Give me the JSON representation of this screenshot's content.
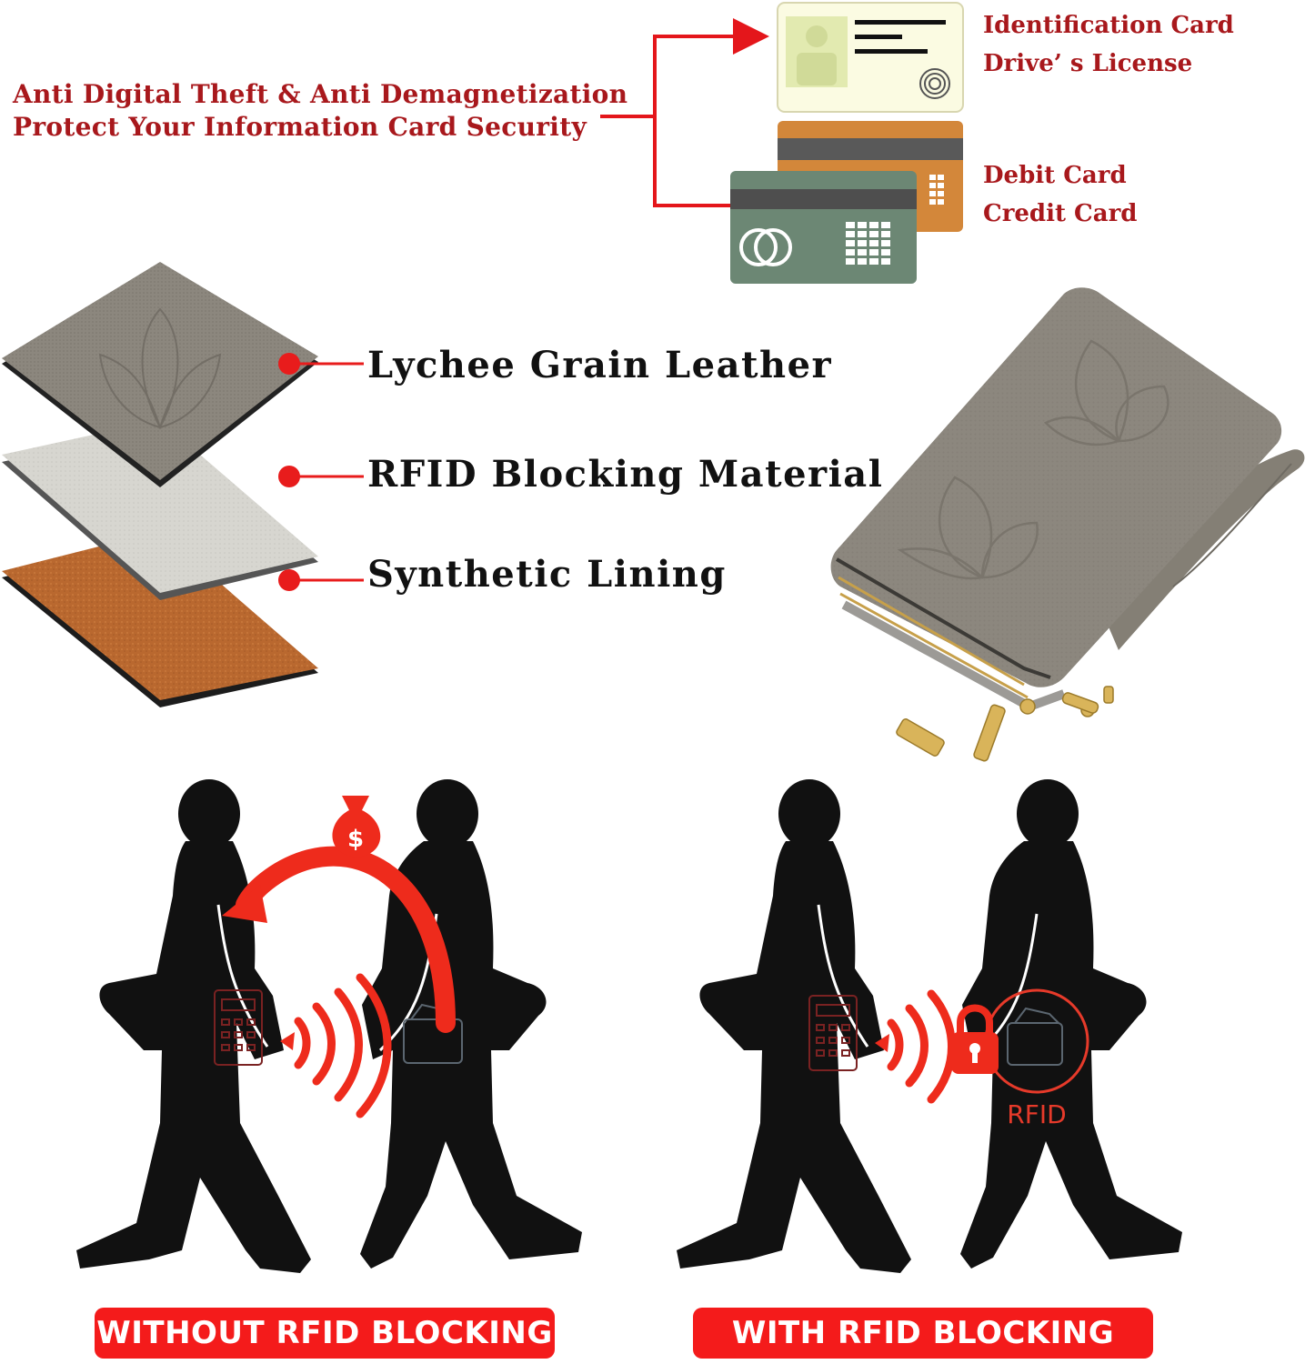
{
  "headline": {
    "line1": "Anti Digital Theft & Anti Demagnetization",
    "line2": "Protect Your Information Card Security"
  },
  "cards": {
    "id_label_1": "Identification Card",
    "id_label_2": "Drive’ s License",
    "bank_label_1": "Debit Card",
    "bank_label_2": "Credit Card"
  },
  "layers": [
    {
      "label": "Lychee Grain Leather"
    },
    {
      "label": "RFID Blocking Material"
    },
    {
      "label": "Synthetic Lining"
    }
  ],
  "scenes": {
    "without_label": "WITHOUT RFID BLOCKING",
    "with_label": "WITH RFID BLOCKING",
    "money_symbol": "$",
    "rfid_text": "RFID"
  },
  "colors": {
    "accent_red": "#a8181c",
    "banner_red": "#f41b1b",
    "leather_gray": "#8a857b",
    "lining_brown": "#b8642c"
  }
}
